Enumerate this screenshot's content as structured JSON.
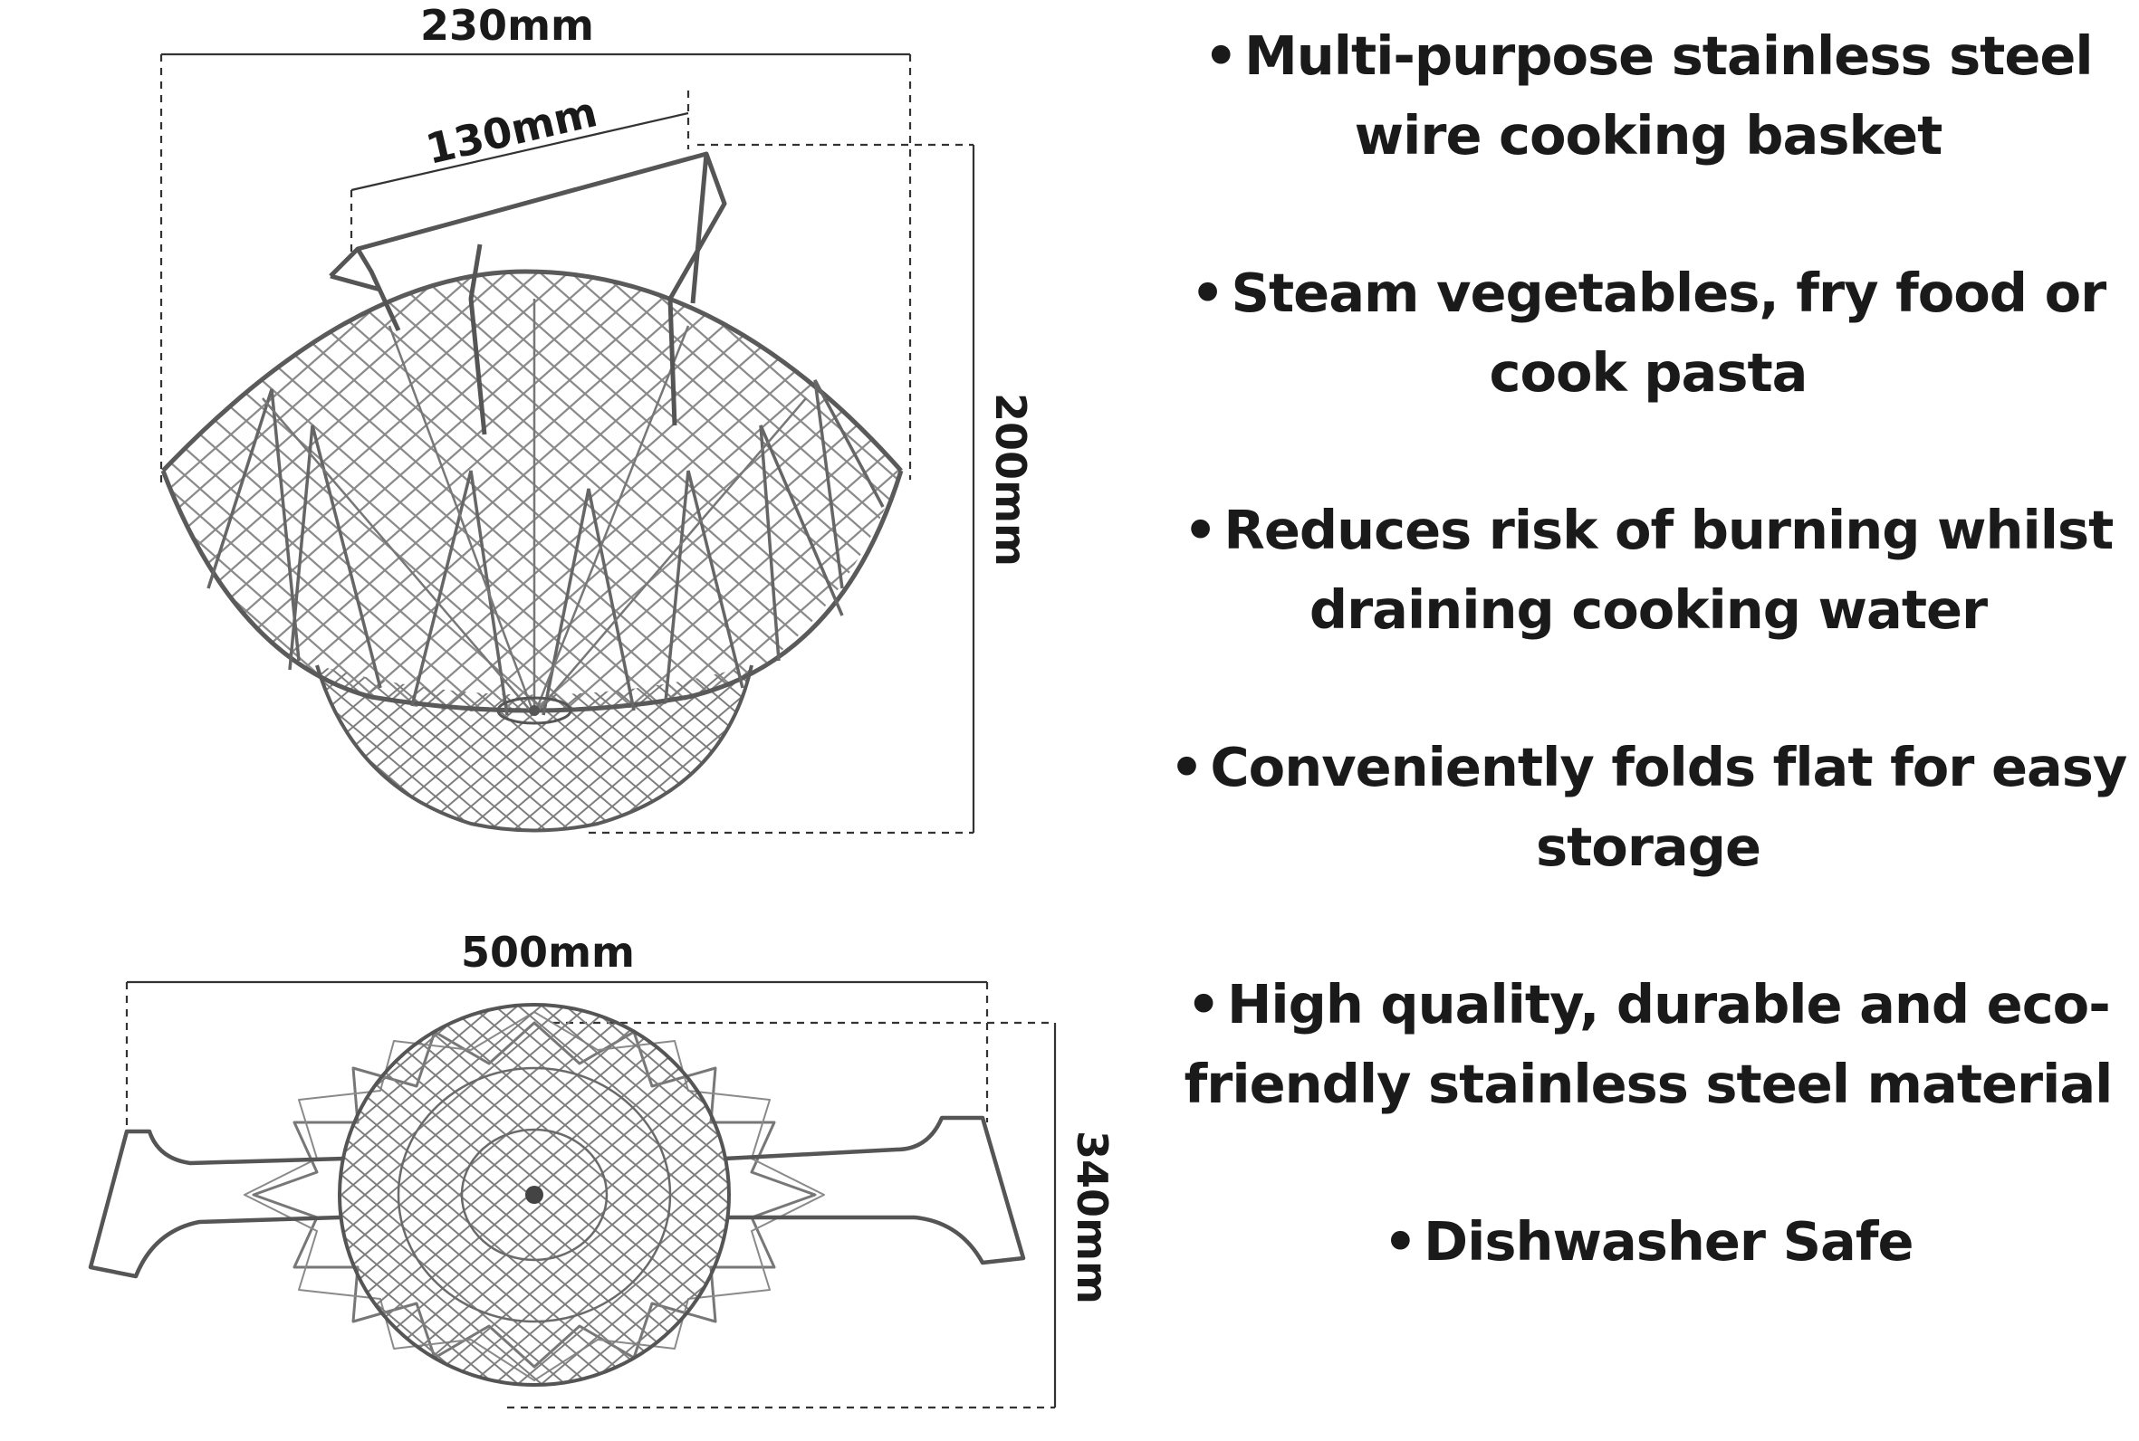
{
  "dimensions": {
    "basket_width": "230mm",
    "handle_width": "130mm",
    "basket_height": "200mm",
    "flat_width": "500mm",
    "flat_depth": "340mm"
  },
  "features": [
    "Multi-purpose stainless steel wire cooking basket",
    "Steam vegetables, fry food or cook pasta",
    "Reduces risk of burning whilst draining cooking water",
    "Conveniently folds flat for easy storage",
    "High quality, durable and eco-friendly stainless steel material",
    "Dishwasher Safe"
  ],
  "bullet": "•",
  "colors": {
    "text": "#1a1a1a",
    "wire": "#7a7a7a",
    "dimension_line": "#333333"
  }
}
